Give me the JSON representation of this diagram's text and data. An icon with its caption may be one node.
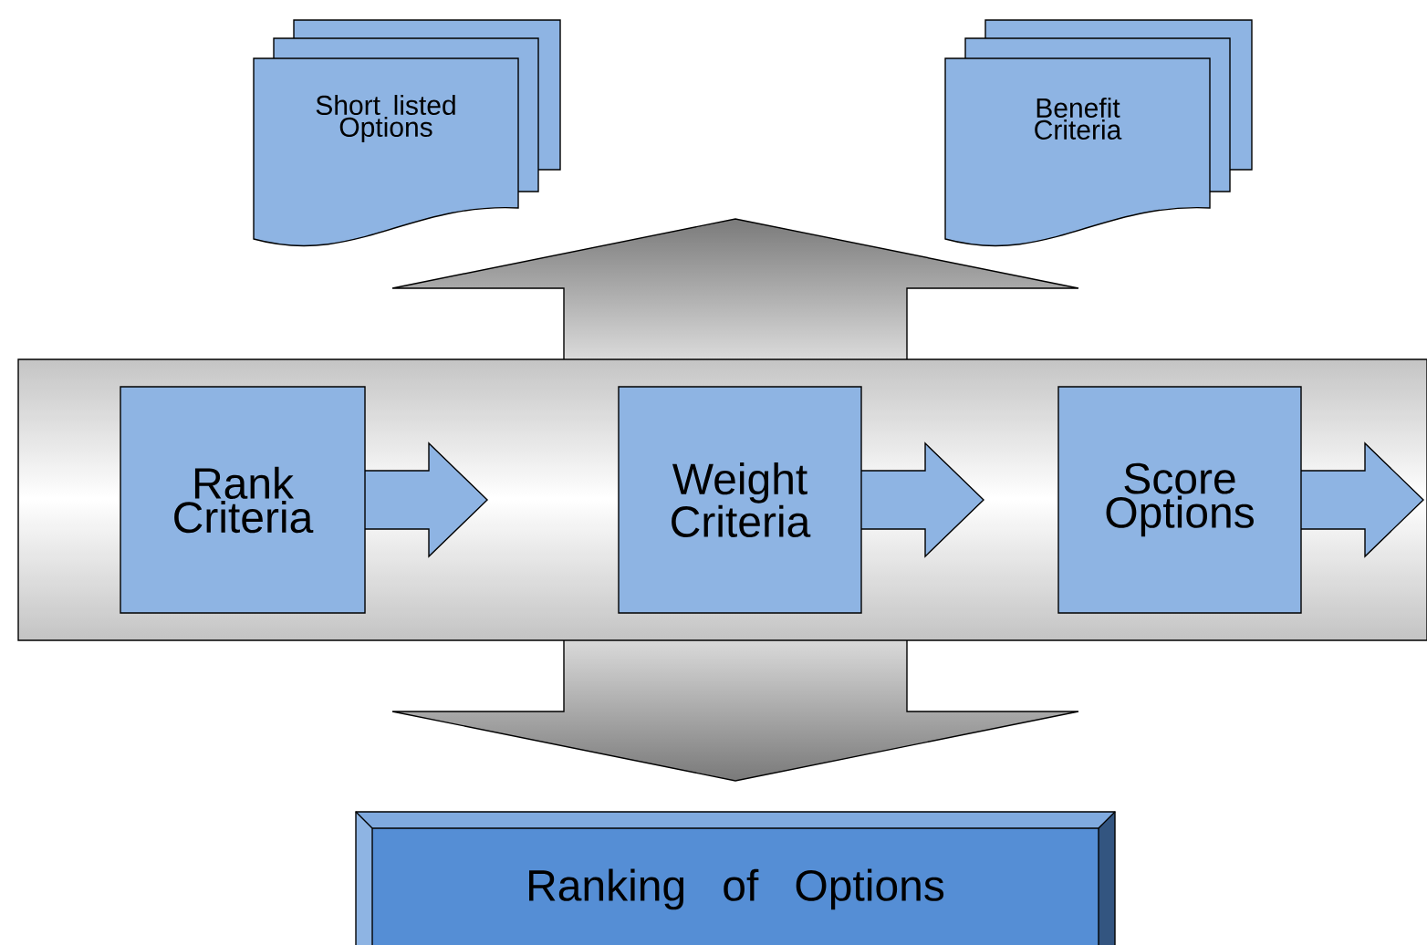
{
  "diagram": {
    "nodes": [
      {
        "text": [
          "Short listed Options"
        ]
      },
      {
        "text": [
          "Benefit Criteria"
        ]
      },
      {
        "text": [],
        "shape": "box"
      },
      {
        "text": [
          "Rank Criteria"
        ],
        "in": 2
      },
      {
        "text": [
          "Weight Criteria"
        ],
        "in": 2
      },
      {
        "text": [
          "Score Options"
        ],
        "in": 2
      },
      {
        "text": [
          "Ranking of Options"
        ]
      }
    ]
  }
}
